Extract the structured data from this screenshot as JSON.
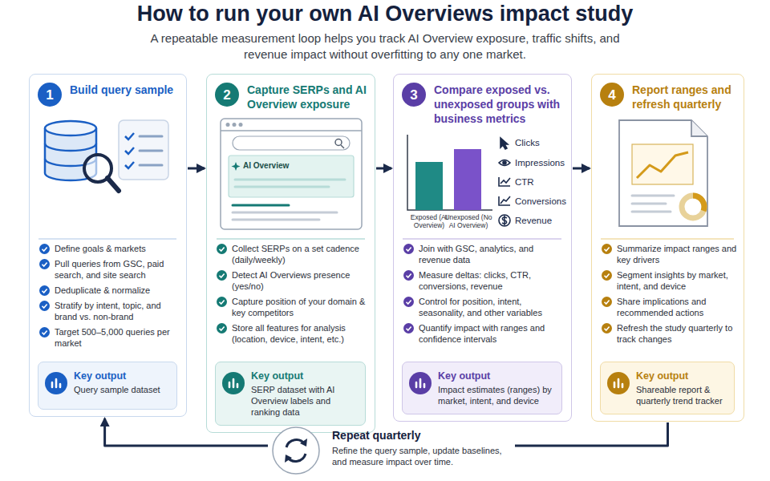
{
  "diagram": {
    "title": "How to run your own AI Overviews impact study",
    "nodes": [
      {
        "text": [
          "Build query sample",
          "Define goals & markets",
          "Pull queries from GSC, paid search, and site search",
          "Deduplicate & normalize",
          "Stratify by intent, topic, and brand vs. non-brand",
          "Target 500–5,000 queries per market"
        ]
      },
      {
        "text": [
          "1"
        ],
        "in": 0
      },
      {
        "text": [
          "Key output",
          "Query sample dataset"
        ],
        "in": 0
      },
      {
        "text": [
          "Capture SERPs and AI Overview exposure",
          "Collect SERPs on a set cadence (daily/weekly)",
          "Detect AI Overviews presence (yes/no)",
          "Capture position of your domain & key competitors",
          "Store all features for analysis (location, device, intent, etc.)"
        ]
      },
      {
        "text": [
          "2"
        ],
        "in": 3
      },
      {
        "text": [
          "Key output",
          "SERP dataset with AI Overview labels and ranking data"
        ],
        "in": 3
      },
      {
        "text": [
          "Compare exposed vs. unexposed groups with business metrics",
          "Join with GSC, analytics, and revenue data",
          "Measure deltas: clicks, CTR, conversions, revenue",
          "Control for position, intent, seasonality, and other variables",
          "Quantify impact with ranges and confidence intervals"
        ]
      },
      {
        "text": [
          "3"
        ],
        "in": 6
      },
      {
        "text": [
          "Key output",
          "Impact estimates (ranges) by market, intent, and device"
        ],
        "in": 6
      },
      {
        "text": [
          "Report ranges and refresh quarterly",
          "Summarize impact ranges and key drivers",
          "Segment insights by market, intent, and device",
          "Share implications and recommended actions",
          "Refresh the study quarterly to track changes"
        ]
      },
      {
        "text": [
          "4"
        ],
        "in": 9
      },
      {
        "text": [
          "Key output",
          "Shareable report & quarterly trend tracker"
        ],
        "in": 9
      },
      {
        "text": [
          "Repeat quarterly",
          "Refine the query sample, update baselines, and measure impact over time."
        ]
      }
    ],
    "edges": [
      {
        "from": 0,
        "to": 3,
        "arrow": "to"
      },
      {
        "from": 3,
        "to": 6,
        "arrow": "to"
      },
      {
        "from": 6,
        "to": 9,
        "arrow": "to"
      },
      {
        "from": 9,
        "to": 12,
        "arrow": "none"
      },
      {
        "from": 12,
        "to": 0,
        "arrow": "to"
      }
    ],
    "labels": [
      "A repeatable measurement loop helps you track AI Overview exposure, traffic shifts, and revenue impact without overfitting to any one market.",
      "AI Overview",
      "Exposed (AI Overview)",
      "Unexposed (No AI Overview)",
      "Clicks",
      "Impressions",
      "CTR",
      "Conversions",
      "Revenue"
    ]
  }
}
